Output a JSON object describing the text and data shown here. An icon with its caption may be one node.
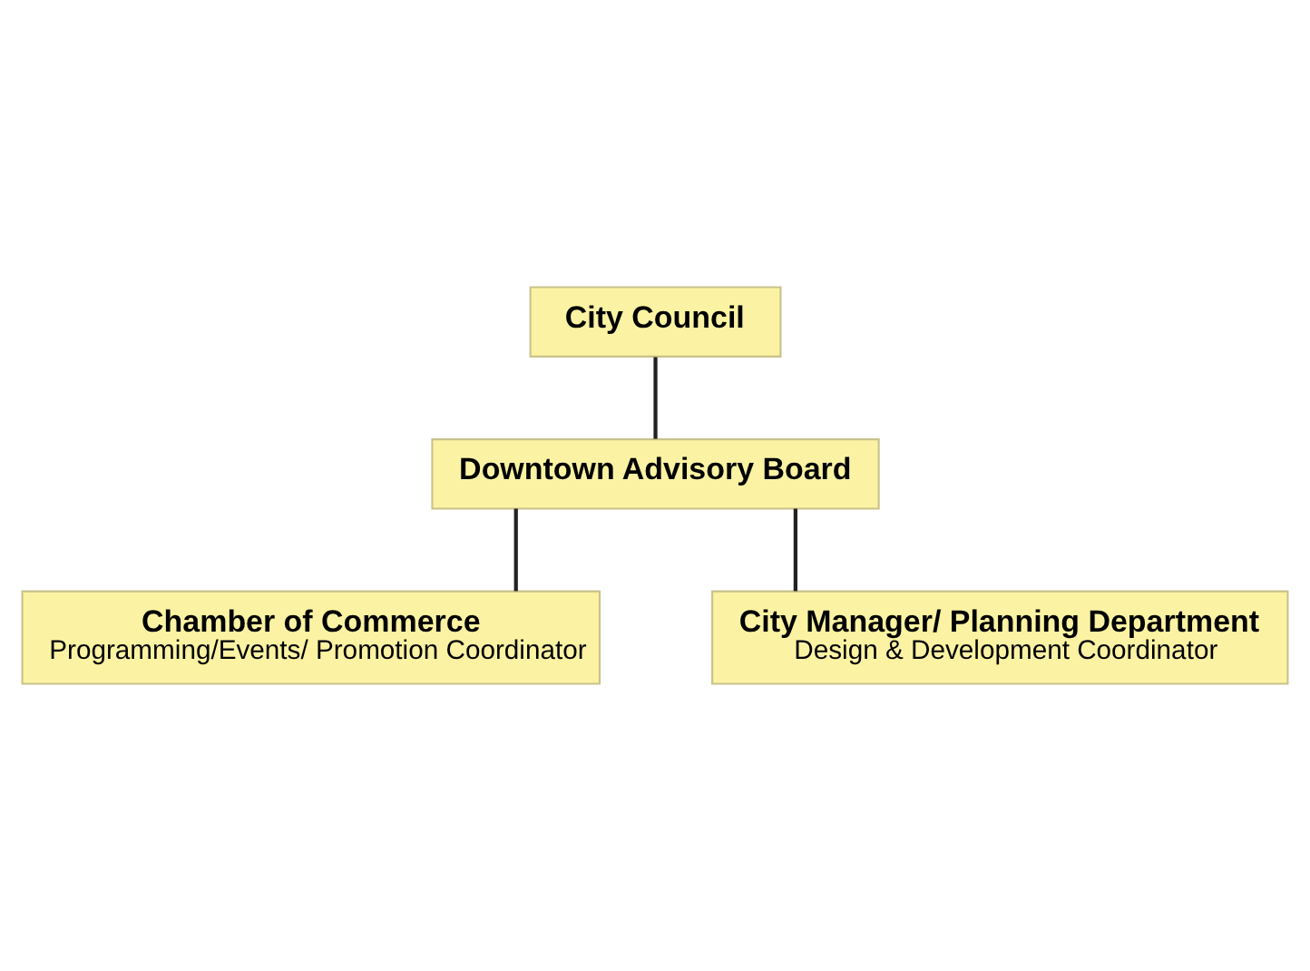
{
  "diagram": {
    "nodes": [
      {
        "text": [
          "City Council"
        ]
      },
      {
        "text": [
          "Downtown Advisory Board"
        ]
      },
      {
        "text": [
          "Chamber of Commerce",
          "Programming/Events/ Promotion Coordinator"
        ]
      },
      {
        "text": [
          "City Manager/ Planning Department",
          "Design & Development Coordinator"
        ]
      }
    ],
    "edges": [
      {
        "from": 0,
        "to": 1,
        "arrow": "none"
      },
      {
        "from": 1,
        "to": 2,
        "arrow": "none"
      },
      {
        "from": 1,
        "to": 3,
        "arrow": "none"
      }
    ]
  }
}
